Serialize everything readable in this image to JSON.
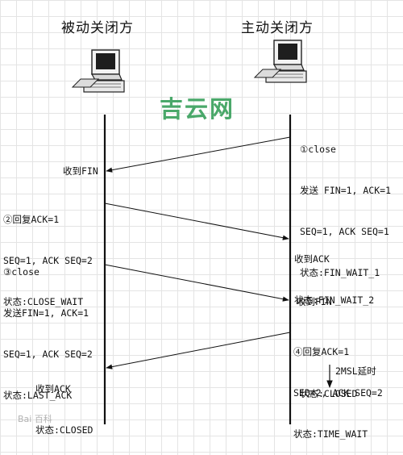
{
  "titles": {
    "passive": "被动关闭方",
    "active": "主动关闭方"
  },
  "watermark": {
    "text": "吉云网",
    "color": "#4aa86a"
  },
  "baidu": "Bai 百科",
  "steps": {
    "active_close": [
      "①close",
      "发送 FIN=1, ACK=1",
      "SEQ=1, ACK SEQ=1",
      "状态:FIN_WAIT_1"
    ],
    "recv_fin_passive": "收到FIN",
    "passive_ack": [
      "②回复ACK=1",
      "SEQ=1, ACK SEQ=2",
      "状态:CLOSE_WAIT"
    ],
    "recv_ack_active": [
      "收到ACK",
      "状态:FIN_WAIT_2"
    ],
    "passive_close": [
      "③close",
      "发送FIN=1, ACK=1",
      "SEQ=1, ACK SEQ=2",
      "状态:LAST_ACK"
    ],
    "recv_fin_active": "收到FIN",
    "active_ack": [
      "④回复ACK=1",
      "SEQ=2, ACK SEQ=2",
      "状态:TIME_WAIT"
    ],
    "recv_ack_passive": [
      "收到ACK",
      "状态:CLOSED"
    ],
    "wait": "2MSL延时",
    "active_closed": "状态:CLOSED"
  }
}
